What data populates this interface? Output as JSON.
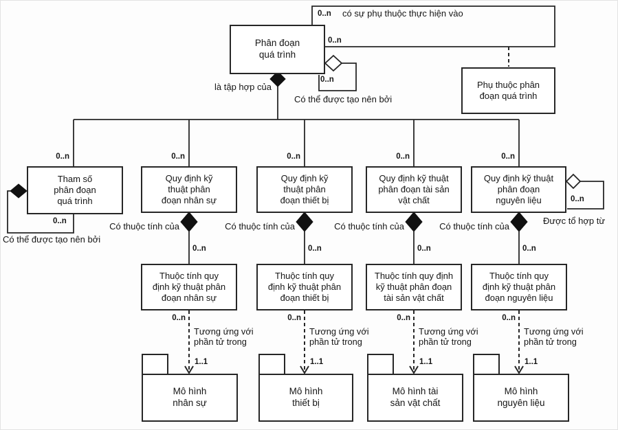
{
  "diagram": {
    "root_box": "Phân đoạn\nquá trình",
    "dependency_box": "Phụ thuộc phân\nđoạn quá trình",
    "labels": {
      "self_dependency_mult": "0..n",
      "self_dependency": "có sự phụ thuộc thực hiện vào",
      "self_dependency_mult2": "0..n",
      "created_by_mult": "0..n",
      "created_by": "Có thể được tạo nên bởi",
      "aggregation": "là tập hợp của",
      "composed_from_mult": "0..n",
      "composed_from": "Được tổ hợp từ"
    },
    "param_box": {
      "top_mult": "0..n",
      "title": "Tham số\nphân đoạn\nquá trình",
      "loop_mult": "0..n",
      "loop_label": "Có thể được tạo nên bởi"
    },
    "columns": [
      {
        "top_mult": "0..n",
        "spec_box": "Quy định kỹ\nthuật phân\nđoạn nhân sự",
        "has_attr_label": "Có thuộc tính của",
        "attr_mult": "0..n",
        "attr_box": "Thuộc tính quy\nđịnh kỹ thuật phân\nđoạn nhân sự",
        "corr_mult": "0..n",
        "corr_label": "Tương ứng với\nphần tử trong",
        "model_mult": "1..1",
        "model_box": "Mô hình\nnhân sự"
      },
      {
        "top_mult": "0..n",
        "spec_box": "Quy định kỹ\nthuật phân\nđoạn thiết bị",
        "has_attr_label": "Có thuộc tính của",
        "attr_mult": "0..n",
        "attr_box": "Thuộc tính quy\nđịnh kỹ thuật phân\nđoạn thiết bị",
        "corr_mult": "0..n",
        "corr_label": "Tương ứng với\nphần tử trong",
        "model_mult": "1..1",
        "model_box": "Mô hình\nthiết bị"
      },
      {
        "top_mult": "0..n",
        "spec_box": "Quy định kỹ thuật\nphân đoạn tài sản\nvật chất",
        "has_attr_label": "Có thuộc tính của",
        "attr_mult": "0..n",
        "attr_box": "Thuộc tính quy định\nkỹ thuật phân đoạn\ntài sản vật chất",
        "corr_mult": "0..n",
        "corr_label": "Tương ứng với\nphần tử trong",
        "model_mult": "1..1",
        "model_box": "Mô hình tài\nsản vật chất"
      },
      {
        "top_mult": "0..n",
        "spec_box": "Quy định kỹ thuật\nphân đoạn\nnguyên liệu",
        "has_attr_label": "Có thuộc tính của",
        "attr_mult": "0..n",
        "attr_box": "Thuộc tính quy\nđịnh kỹ thuật phân\nđoạn nguyên liệu",
        "corr_mult": "0..n",
        "corr_label": "Tương ứng với\nphần tử trong",
        "model_mult": "1..1",
        "model_box": "Mô hình\nnguyên liệu"
      }
    ]
  }
}
